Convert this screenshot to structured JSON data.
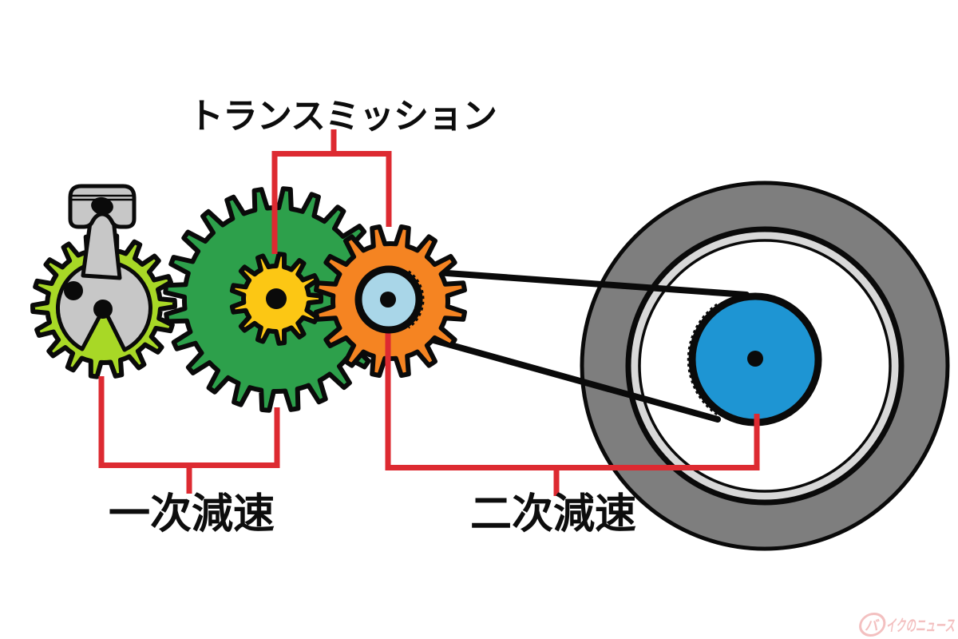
{
  "diagram": {
    "labels": {
      "transmission": "トランスミッション",
      "primary_reduction": "一次減速",
      "secondary_reduction": "二次減速"
    },
    "watermark": {
      "logo_char": "バ",
      "text_rest": "イクのニュース"
    },
    "colors": {
      "background": "#ffffff",
      "outline_black": "#0a0a0a",
      "callout_red": "#dd2a31",
      "label_black": "#0d0d0d",
      "engine_gear_lime": "#a8d826",
      "primary_gear_green": "#2da04b",
      "transmission_gear_yellow": "#fcc714",
      "output_gear_orange": "#f58422",
      "front_sprocket_lightblue": "#a9d6e8",
      "rear_sprocket_blue": "#1e95d3",
      "chain_black": "#0a0a0a",
      "tire_gray": "#7e7e7e",
      "rim_silver": "#d8d8d8",
      "wheel_white": "#ffffff",
      "metal_gray": "#c7c7c7",
      "watermark_pink": "#f2b6b6"
    }
  }
}
